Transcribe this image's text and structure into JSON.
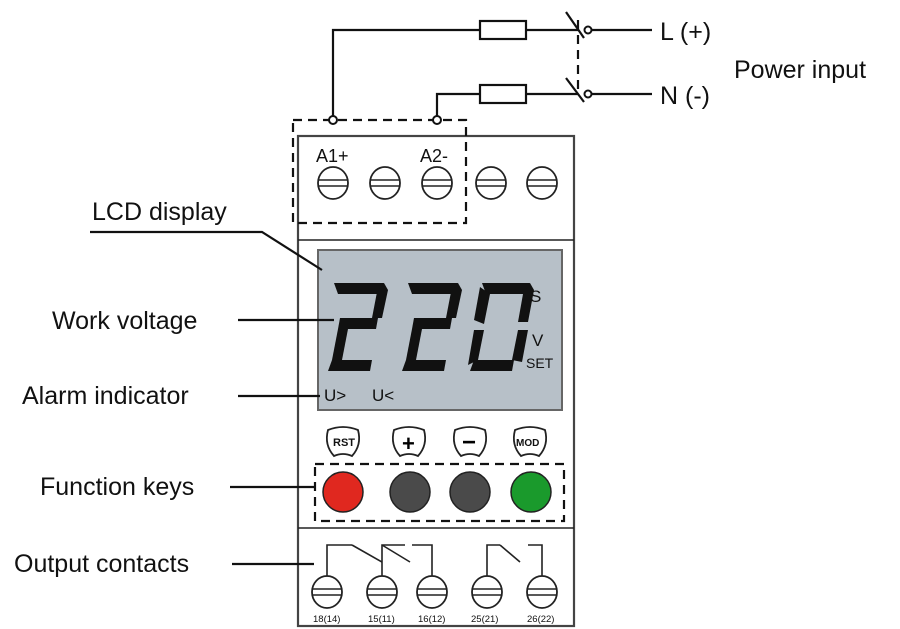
{
  "power": {
    "l_label": "L (+)",
    "n_label": "N (-)",
    "caption": "Power input"
  },
  "terminals": {
    "a1": "A1+",
    "a2": "A2-"
  },
  "callouts": {
    "lcd": "LCD display",
    "voltage": "Work voltage",
    "alarm": "Alarm indicator",
    "keys": "Function keys",
    "outputs": "Output contacts"
  },
  "lcd": {
    "value": "220",
    "unit_s": "S",
    "unit_v": "V",
    "set": "SET",
    "alarm_over": "U>",
    "alarm_under": "U<"
  },
  "keys": [
    {
      "label": "RST",
      "color": "#e0281f"
    },
    {
      "label": "+",
      "color": "#4a4a4a"
    },
    {
      "label": "−",
      "color": "#4a4a4a"
    },
    {
      "label": "MOD",
      "color": "#1a9a2c"
    }
  ],
  "output_pins": [
    "18(14)",
    "15(11)",
    "16(12)",
    "25(21)",
    "26(22)"
  ],
  "colors": {
    "lcd_bg": "#b7c0c8",
    "device_outline": "#444444"
  }
}
